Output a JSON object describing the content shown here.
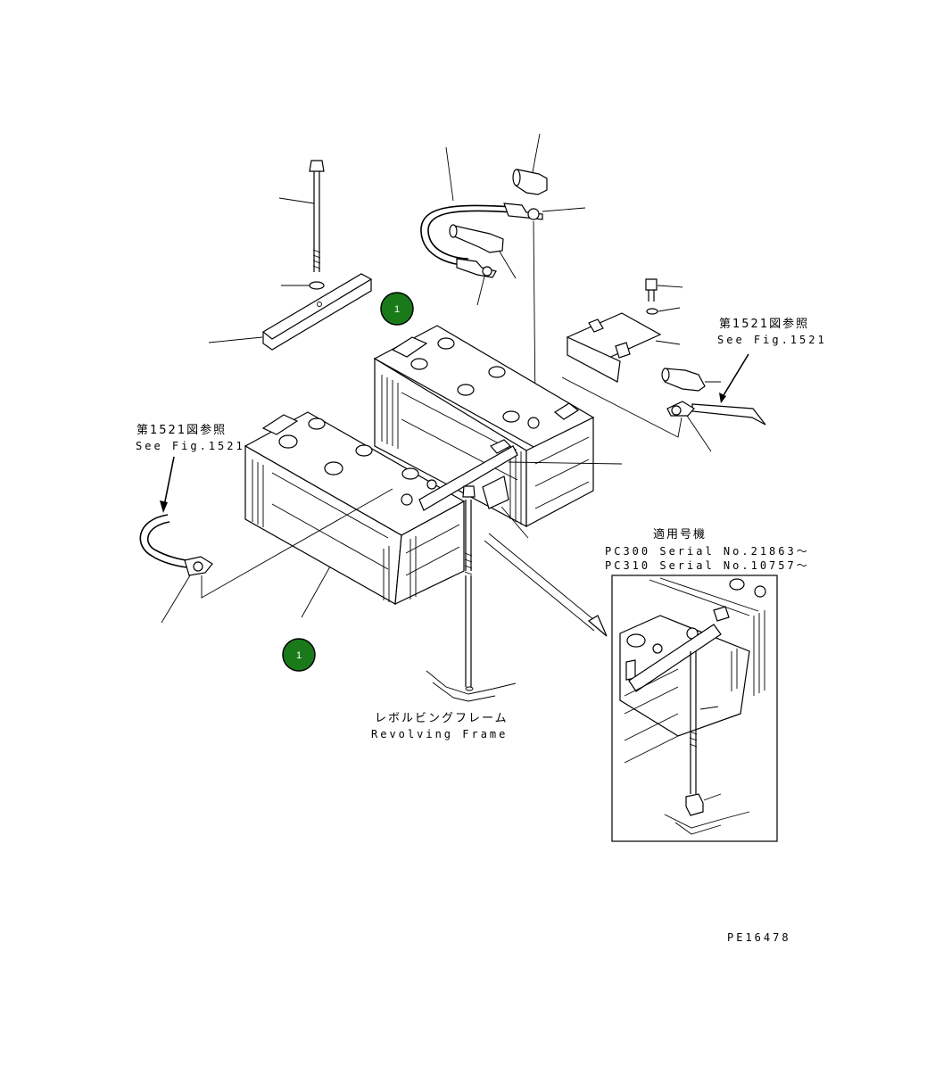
{
  "callouts": {
    "top": {
      "label": "1",
      "color": "#1a7a1a"
    },
    "bottom": {
      "label": "1",
      "color": "#1a7a1a"
    }
  },
  "references": {
    "right_jp": "第1521図参照",
    "right_en": "See Fig.1521",
    "left_jp": "第1521図参照",
    "left_en": "See Fig.1521"
  },
  "applicable": {
    "title": "適用号機",
    "line1": "PC300  Serial No.21863〜",
    "line2": "PC310  Serial No.10757〜"
  },
  "frame": {
    "jp": "レボルビングフレーム",
    "en": "Revolving Frame"
  },
  "drawing_id": "PE16478"
}
